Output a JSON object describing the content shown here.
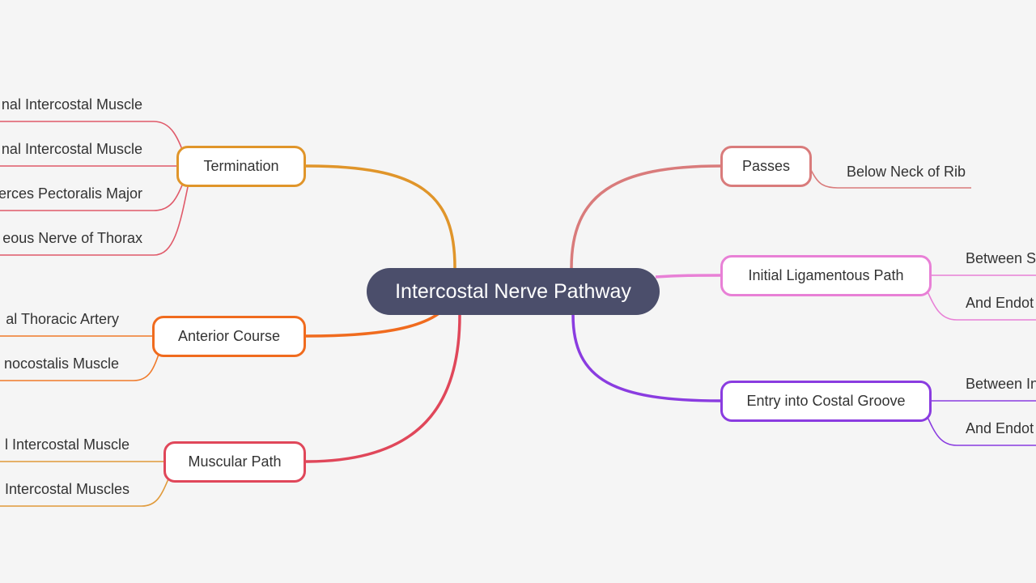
{
  "root": {
    "label": "Intercostal Nerve Pathway"
  },
  "branches": {
    "termination": {
      "label": "Termination",
      "color": "#e0952a",
      "children": [
        "nal Intercostal Muscle",
        "nal Intercostal Muscle",
        "erces Pectoralis Major",
        "eous Nerve of Thorax"
      ],
      "child_color": "#e05a6a"
    },
    "anterior_course": {
      "label": "Anterior Course",
      "color": "#f06b1e",
      "children": [
        "al Thoracic Artery",
        "nocostalis Muscle"
      ],
      "child_color": "#f07a2a"
    },
    "muscular_path": {
      "label": "Muscular Path",
      "color": "#e0475a",
      "children": [
        "l Intercostal Muscle",
        "Intercostal Muscles"
      ],
      "child_color": "#e09a3a"
    },
    "passes": {
      "label": "Passes",
      "color": "#d97b7b",
      "children": [
        "Below Neck of Rib"
      ],
      "child_color": "#d97b7b"
    },
    "initial_ligamentous_path": {
      "label": "Initial Ligamentous Path",
      "color": "#e880d6",
      "children": [
        "Between S",
        "And Endot"
      ],
      "child_color": "#e880d6"
    },
    "entry_into_costal_groove": {
      "label": "Entry into Costal Groove",
      "color": "#8a3ce0",
      "children": [
        "Between In",
        "And Endot"
      ],
      "child_color": "#8a3ce0"
    }
  }
}
